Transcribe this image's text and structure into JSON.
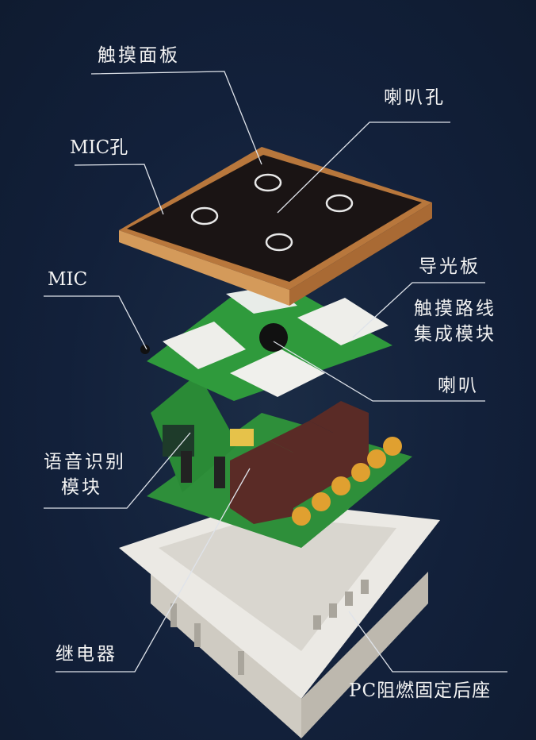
{
  "labels": {
    "touch_panel": "触摸面板",
    "speaker_hole": "喇叭孔",
    "mic_hole": "MIC孔",
    "mic": "MIC",
    "light_guide": "导光板",
    "touch_module_line1": "触摸路线",
    "touch_module_line2": "集成模块",
    "speaker": "喇叭",
    "voice_module_line1": "语音识别",
    "voice_module_line2": "模块",
    "relay": "继电器",
    "base": "PC阻燃固定后座"
  },
  "colors": {
    "background": "#12203a",
    "panel_edge": "#c98a4a",
    "pcb": "#2f9a3c",
    "base": "#e8e6e0"
  }
}
